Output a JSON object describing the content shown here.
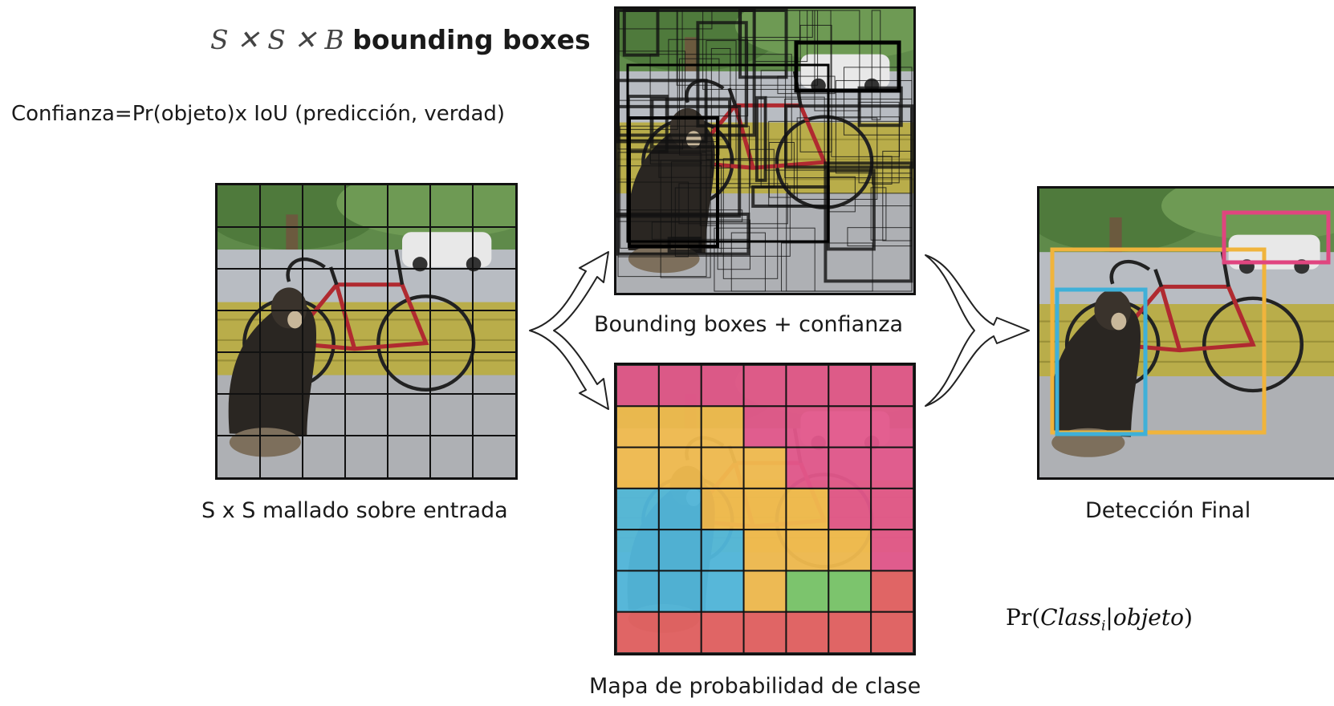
{
  "heading": {
    "math": "S ✕ S ✕ B",
    "bold": "bounding boxes"
  },
  "formula_confidence": "Confianza=Pr(objeto)x IoU (predicción, verdad)",
  "captions": {
    "input": "S x S mallado sobre entrada",
    "boxes": "Bounding boxes + confianza",
    "final": "Detección Final",
    "map": "Mapa de probabilidad de clase"
  },
  "formula_class": {
    "pre": "Pr(",
    "cls": "Class",
    "sub": "i",
    "mid": "|",
    "obj": "objeto",
    "post": ")"
  },
  "colors": {
    "magenta": "#e0457f",
    "yellow": "#f0b43c",
    "blue": "#3fb0d8",
    "green": "#6bbf59",
    "red": "#e05050",
    "final_dog_box": "#3fb0d8",
    "final_bike_box": "#f0b43c",
    "final_car_box": "#e0457f"
  },
  "class_map_grid": [
    [
      "m",
      "m",
      "m",
      "m",
      "m",
      "m",
      "m"
    ],
    [
      "y",
      "y",
      "y",
      "m",
      "m",
      "m",
      "m"
    ],
    [
      "y",
      "y",
      "y",
      "y",
      "m",
      "m",
      "m"
    ],
    [
      "b",
      "b",
      "y",
      "y",
      "y",
      "m",
      "m"
    ],
    [
      "b",
      "b",
      "b",
      "y",
      "y",
      "y",
      "m"
    ],
    [
      "b",
      "b",
      "b",
      "y",
      "g",
      "g",
      "r"
    ],
    [
      "r",
      "r",
      "r",
      "r",
      "r",
      "r",
      "r"
    ]
  ]
}
